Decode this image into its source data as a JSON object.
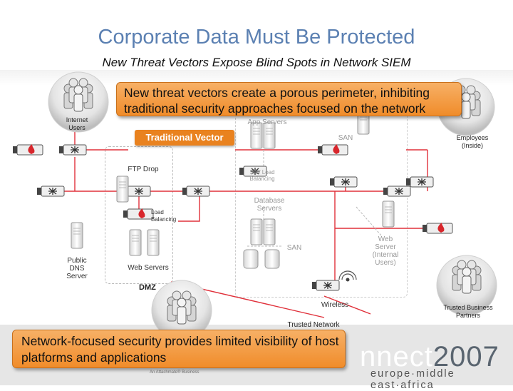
{
  "title": "Corporate Data Must Be Protected",
  "subtitle": "New Threat Vectors Expose Blind Spots in Network SIEM",
  "callouts": {
    "top": "New threat vectors create a porous perimeter, inhibiting traditional security approaches focused on the network",
    "bottom": "Network-focused security provides limited visibility of host platforms and applications"
  },
  "traditional_vector": "Traditional Vector",
  "labels": {
    "internet_users": "Internet\nUsers",
    "app_servers": "App Servers",
    "san_top": "SAN",
    "employees": "Employees\n(Inside)",
    "ftp_drop": "FTP Drop",
    "sw_load_balancing": "S/W Load\nBalancing",
    "database_servers": "Database\nServers",
    "load_balancing": "Load\nBalancing",
    "san_mid": "SAN",
    "web_server_internal": "Web\nServer\n(Internal\nUsers)",
    "public_dns": "Public\nDNS\nServer",
    "web_servers": "Web Servers",
    "dmz": "DMZ",
    "wireless": "Wireless",
    "trusted_network": "Trusted Network",
    "trusted_partners": "Trusted Business\nPartners"
  },
  "footer": {
    "brand": "nnect",
    "year": "2007",
    "tagline": "europe·middle east·africa",
    "small": "An Attachmate® Business"
  },
  "colors": {
    "title": "#5b80b2",
    "callout": "#f08c2a",
    "network_line": "#e0303a"
  }
}
